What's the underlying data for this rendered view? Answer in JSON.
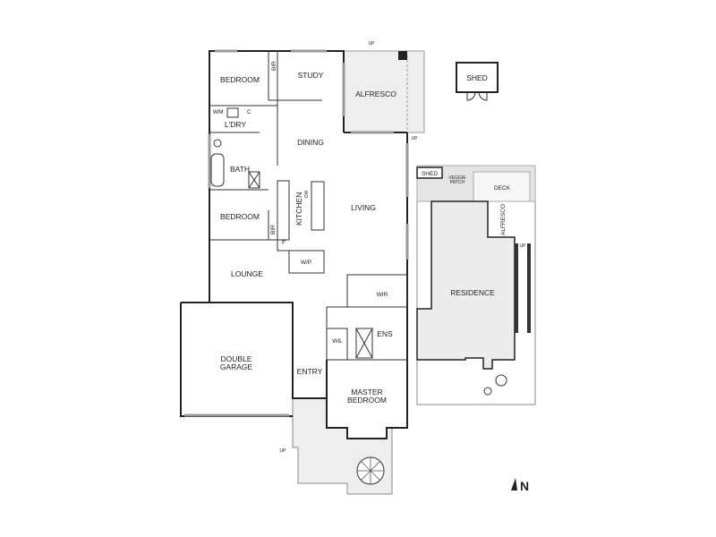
{
  "plan": {
    "rooms": {
      "bedroom1": "BEDROOM",
      "bir1": "BIR",
      "study": "STUDY",
      "alfresco": "ALFRESCO",
      "wm": "WM",
      "c": "C",
      "laundry": "L'DRY",
      "dining": "DINING",
      "bath": "BATH",
      "kitchen": "KITCHEN",
      "dw": "DW",
      "living": "LIVING",
      "bedroom2": "BEDROOM",
      "bir2": "BIR",
      "f": "F",
      "wp": "W/P",
      "lounge": "LOUNGE",
      "wir": "WIR",
      "ens": "ENS",
      "wil": "WIL",
      "garage_line1": "DOUBLE",
      "garage_line2": "GARAGE",
      "entry": "ENTRY",
      "master_line1": "MASTER",
      "master_line2": "BEDROOM",
      "shed": "SHED"
    },
    "up_labels": [
      "UP",
      "UP",
      "UP"
    ]
  },
  "site": {
    "shed": "SHED",
    "veggie_line1": "VEGGIE",
    "veggie_line2": "PATCH",
    "deck": "DECK",
    "alfresco": "ALFRESCO",
    "residence": "RESIDENCE",
    "up": "UP"
  },
  "north": "N",
  "colors": {
    "wall": "#222222",
    "outdoor": "#eeeeee",
    "site": "#e4e4e4"
  }
}
